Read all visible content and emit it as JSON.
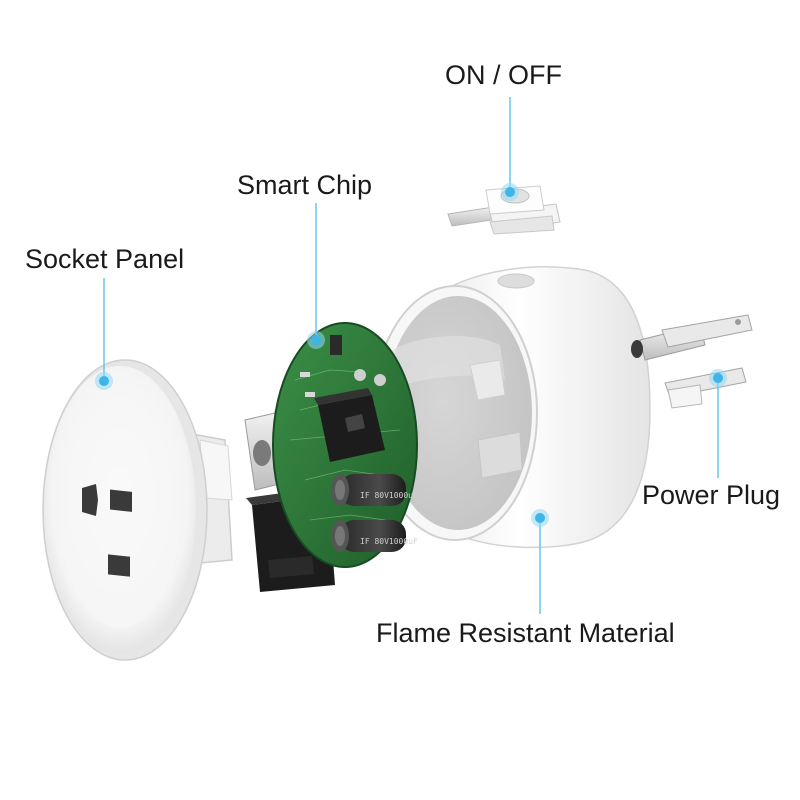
{
  "labels": {
    "on_off": "ON / OFF",
    "smart_chip": "Smart Chip",
    "socket_panel": "Socket Panel",
    "power_plug": "Power Plug",
    "flame_resistant": "Flame Resistant Material"
  },
  "capacitor_marking": "IF 80V1000uF",
  "colors": {
    "accent_line": "#5ec4e8",
    "dot_glow": "#8fd8f5",
    "pcb": "#2e7d3a",
    "housing": "#f2f2f2",
    "text": "#1a1a1a"
  },
  "icons": [
    "callout-dot",
    "callout-line"
  ]
}
